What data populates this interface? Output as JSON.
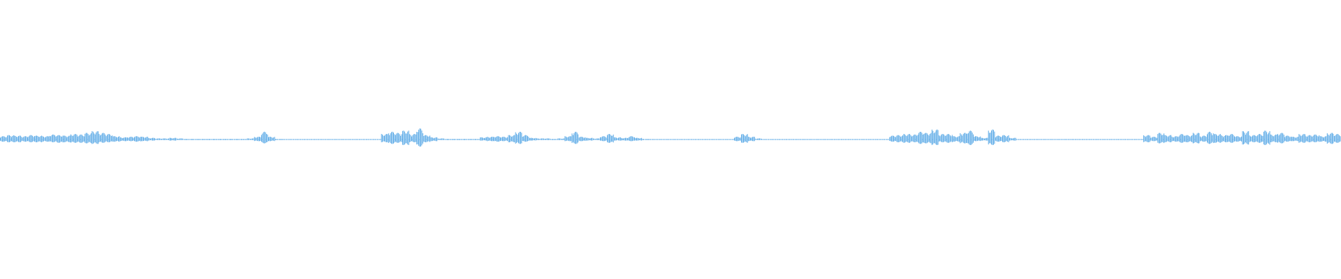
{
  "waveform": {
    "color": "#5aa9e6",
    "background": "#ffffff",
    "samples": [
      [
        0.04,
        0.06
      ],
      [
        0.05,
        0.08
      ],
      [
        0.05,
        0.07
      ],
      [
        0.04,
        0.06
      ],
      [
        0.05,
        0.08
      ],
      [
        0.05,
        0.07
      ],
      [
        0.04,
        0.06
      ],
      [
        0.05,
        0.09
      ],
      [
        0.06,
        0.08
      ],
      [
        0.05,
        0.07
      ],
      [
        0.06,
        0.1
      ],
      [
        0.06,
        0.09
      ],
      [
        0.07,
        0.12
      ],
      [
        0.08,
        0.15
      ],
      [
        0.06,
        0.12
      ],
      [
        0.05,
        0.1
      ],
      [
        0.04,
        0.06
      ],
      [
        0.03,
        0.04
      ],
      [
        0.03,
        0.05
      ],
      [
        0.04,
        0.06
      ],
      [
        0.03,
        0.05
      ],
      [
        0.02,
        0.03
      ],
      [
        0.01,
        0.02
      ],
      [
        0.01,
        0.02
      ],
      [
        0.02,
        0.03
      ],
      [
        0.01,
        0.02
      ],
      [
        0.01,
        0.01
      ],
      [
        0.01,
        0.01
      ],
      [
        0.01,
        0.01
      ],
      [
        0.01,
        0.01
      ],
      [
        0.01,
        0.01
      ],
      [
        0.01,
        0.01
      ],
      [
        0.01,
        0.01
      ],
      [
        0.01,
        0.01
      ],
      [
        0.01,
        0.01
      ],
      [
        0.01,
        0.02
      ],
      [
        0.03,
        0.05
      ],
      [
        0.07,
        0.14
      ],
      [
        0.03,
        0.05
      ],
      [
        0.01,
        0.01
      ],
      [
        0.005,
        0.005
      ],
      [
        0.005,
        0.005
      ],
      [
        0.005,
        0.005
      ],
      [
        0.005,
        0.005
      ],
      [
        0.005,
        0.005
      ],
      [
        0.005,
        0.005
      ],
      [
        0.005,
        0.005
      ],
      [
        0.005,
        0.005
      ],
      [
        0.005,
        0.005
      ],
      [
        0.005,
        0.005
      ],
      [
        0.005,
        0.005
      ],
      [
        0.005,
        0.005
      ],
      [
        0.005,
        0.005
      ],
      [
        0.005,
        0.005
      ],
      [
        0.05,
        0.1
      ],
      [
        0.08,
        0.14
      ],
      [
        0.06,
        0.12
      ],
      [
        0.1,
        0.16
      ],
      [
        0.05,
        0.1
      ],
      [
        0.13,
        0.2
      ],
      [
        0.05,
        0.08
      ],
      [
        0.03,
        0.04
      ],
      [
        0.01,
        0.02
      ],
      [
        0.01,
        0.01
      ],
      [
        0.01,
        0.01
      ],
      [
        0.01,
        0.01
      ],
      [
        0.01,
        0.01
      ],
      [
        0.01,
        0.01
      ],
      [
        0.02,
        0.04
      ],
      [
        0.03,
        0.05
      ],
      [
        0.04,
        0.06
      ],
      [
        0.03,
        0.05
      ],
      [
        0.05,
        0.08
      ],
      [
        0.08,
        0.14
      ],
      [
        0.04,
        0.08
      ],
      [
        0.02,
        0.03
      ],
      [
        0.01,
        0.02
      ],
      [
        0.01,
        0.02
      ],
      [
        0.01,
        0.01
      ],
      [
        0.01,
        0.02
      ],
      [
        0.03,
        0.06
      ],
      [
        0.08,
        0.14
      ],
      [
        0.03,
        0.05
      ],
      [
        0.02,
        0.03
      ],
      [
        0.01,
        0.02
      ],
      [
        0.03,
        0.06
      ],
      [
        0.06,
        0.1
      ],
      [
        0.02,
        0.04
      ],
      [
        0.02,
        0.03
      ],
      [
        0.03,
        0.06
      ],
      [
        0.02,
        0.03
      ],
      [
        0.01,
        0.01
      ],
      [
        0.005,
        0.005
      ],
      [
        0.005,
        0.005
      ],
      [
        0.005,
        0.005
      ],
      [
        0.005,
        0.005
      ],
      [
        0.005,
        0.005
      ],
      [
        0.005,
        0.005
      ],
      [
        0.005,
        0.005
      ],
      [
        0.005,
        0.005
      ],
      [
        0.005,
        0.005
      ],
      [
        0.005,
        0.005
      ],
      [
        0.005,
        0.005
      ],
      [
        0.005,
        0.005
      ],
      [
        0.03,
        0.05
      ],
      [
        0.06,
        0.1
      ],
      [
        0.03,
        0.05
      ],
      [
        0.01,
        0.02
      ],
      [
        0.005,
        0.005
      ],
      [
        0.005,
        0.005
      ],
      [
        0.005,
        0.005
      ],
      [
        0.005,
        0.005
      ],
      [
        0.005,
        0.005
      ],
      [
        0.005,
        0.005
      ],
      [
        0.005,
        0.005
      ],
      [
        0.005,
        0.005
      ],
      [
        0.005,
        0.005
      ],
      [
        0.005,
        0.005
      ],
      [
        0.005,
        0.005
      ],
      [
        0.005,
        0.005
      ],
      [
        0.005,
        0.005
      ],
      [
        0.005,
        0.005
      ],
      [
        0.005,
        0.005
      ],
      [
        0.005,
        0.005
      ],
      [
        0.005,
        0.005
      ],
      [
        0.005,
        0.005
      ],
      [
        0.04,
        0.07
      ],
      [
        0.05,
        0.08
      ],
      [
        0.06,
        0.1
      ],
      [
        0.05,
        0.09
      ],
      [
        0.08,
        0.14
      ],
      [
        0.07,
        0.12
      ],
      [
        0.1,
        0.18
      ],
      [
        0.05,
        0.1
      ],
      [
        0.06,
        0.1
      ],
      [
        0.04,
        0.06
      ],
      [
        0.07,
        0.12
      ],
      [
        0.1,
        0.16
      ],
      [
        0.03,
        0.06
      ],
      [
        0.02,
        0.03
      ],
      [
        0.1,
        0.18
      ],
      [
        0.04,
        0.07
      ],
      [
        0.05,
        0.08
      ],
      [
        0.02,
        0.03
      ],
      [
        0.005,
        0.005
      ],
      [
        0.005,
        0.005
      ],
      [
        0.005,
        0.005
      ],
      [
        0.005,
        0.005
      ],
      [
        0.005,
        0.005
      ],
      [
        0.005,
        0.005
      ],
      [
        0.005,
        0.005
      ],
      [
        0.005,
        0.005
      ],
      [
        0.005,
        0.005
      ],
      [
        0.005,
        0.005
      ],
      [
        0.005,
        0.005
      ],
      [
        0.005,
        0.005
      ],
      [
        0.005,
        0.005
      ],
      [
        0.005,
        0.005
      ],
      [
        0.005,
        0.005
      ],
      [
        0.005,
        0.005
      ],
      [
        0.005,
        0.005
      ],
      [
        0.005,
        0.005
      ],
      [
        0.05,
        0.08
      ],
      [
        0.03,
        0.05
      ],
      [
        0.07,
        0.12
      ],
      [
        0.05,
        0.08
      ],
      [
        0.04,
        0.06
      ],
      [
        0.06,
        0.1
      ],
      [
        0.05,
        0.08
      ],
      [
        0.07,
        0.12
      ],
      [
        0.04,
        0.07
      ],
      [
        0.08,
        0.14
      ],
      [
        0.06,
        0.1
      ],
      [
        0.05,
        0.08
      ],
      [
        0.06,
        0.1
      ],
      [
        0.04,
        0.06
      ],
      [
        0.09,
        0.15
      ],
      [
        0.05,
        0.08
      ],
      [
        0.06,
        0.1
      ],
      [
        0.1,
        0.16
      ],
      [
        0.05,
        0.09
      ],
      [
        0.07,
        0.12
      ],
      [
        0.04,
        0.07
      ],
      [
        0.03,
        0.05
      ],
      [
        0.06,
        0.1
      ],
      [
        0.05,
        0.08
      ],
      [
        0.05,
        0.09
      ],
      [
        0.04,
        0.06
      ],
      [
        0.08,
        0.12
      ],
      [
        0.06,
        0.1
      ]
    ]
  }
}
